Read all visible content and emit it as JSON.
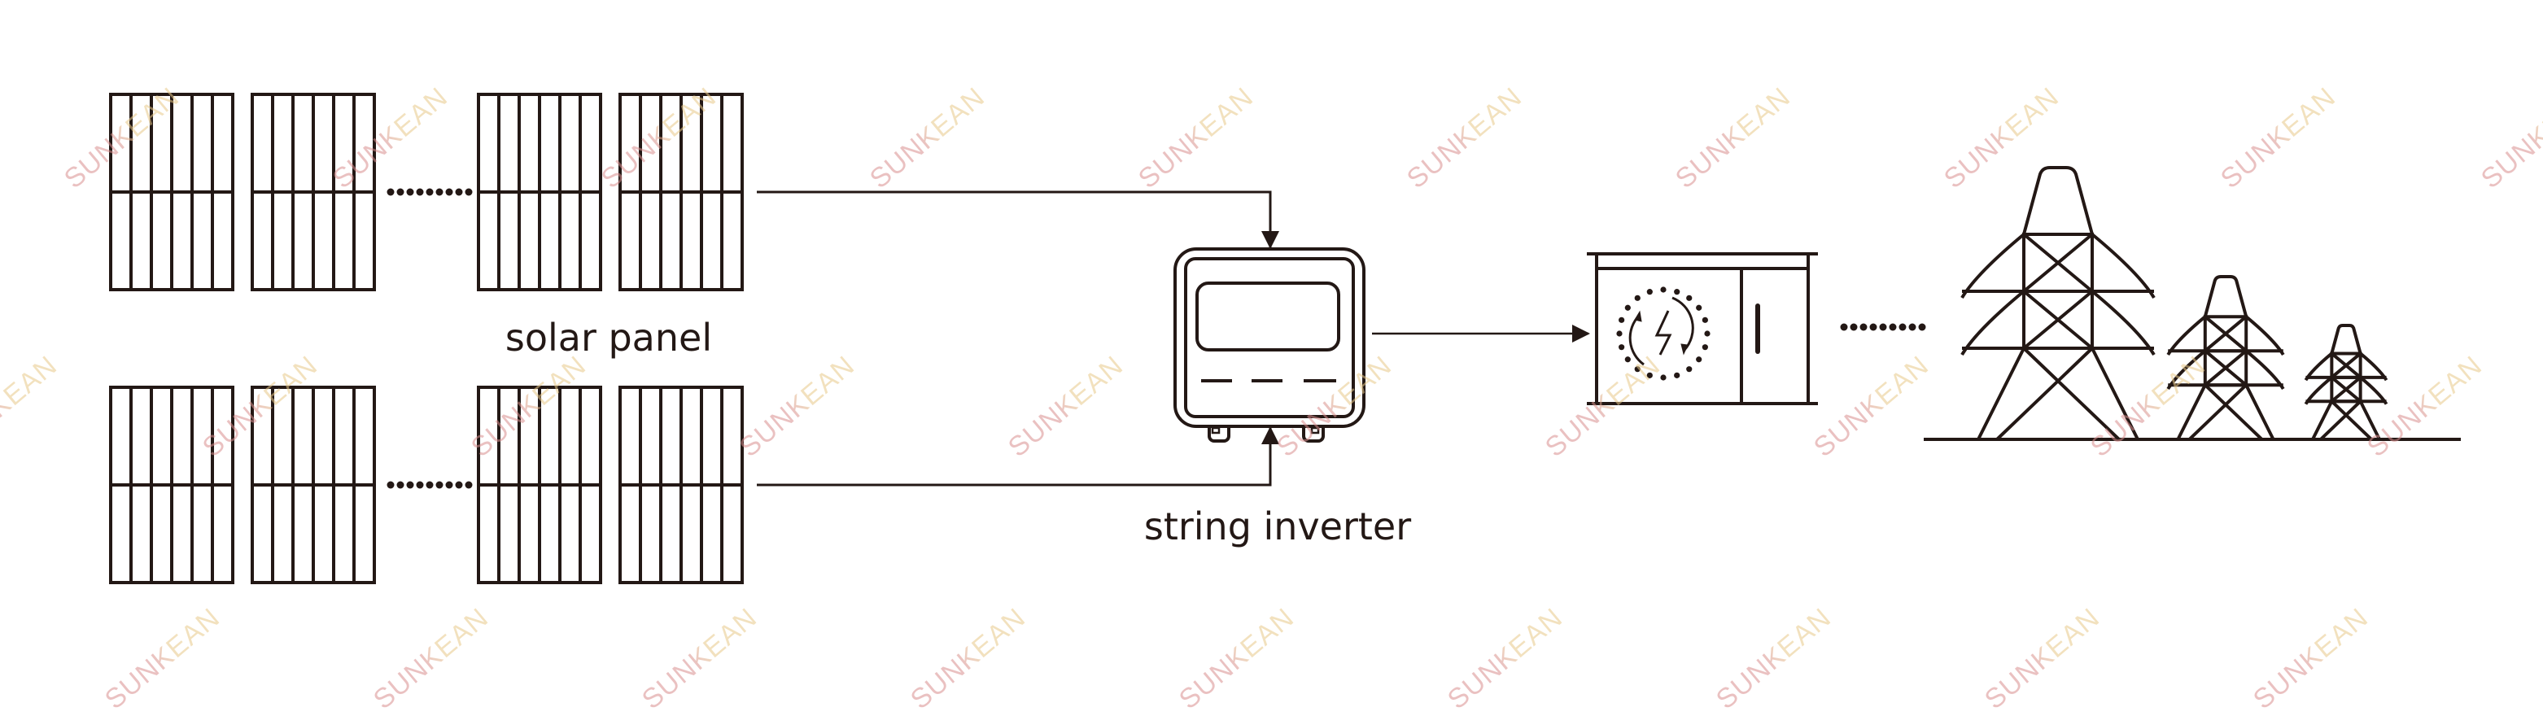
{
  "labels": {
    "solar_panel": "solar panel",
    "string_inverter": "string inverter"
  },
  "watermark": "SUNKEAN",
  "colors": {
    "line": "#231815",
    "watermark_pink": "#d98f8f",
    "watermark_gold": "#e8c98a"
  }
}
